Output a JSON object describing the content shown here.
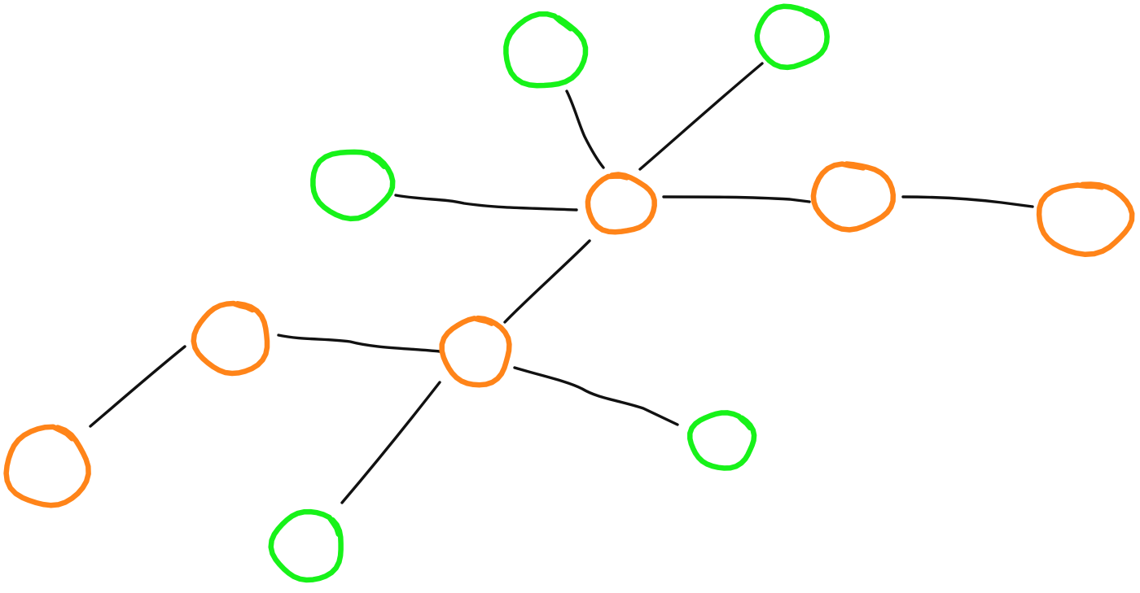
{
  "diagram": {
    "type": "graph",
    "colors": {
      "background": "#ffffff",
      "edge": "#111111",
      "hub_node": "#ff8419",
      "leaf_node": "#17f219"
    },
    "nodes": [
      {
        "id": "hub-center",
        "color": "hub_node"
      },
      {
        "id": "hub-right",
        "color": "hub_node"
      },
      {
        "id": "far-right",
        "color": "hub_node"
      },
      {
        "id": "hub-lower",
        "color": "hub_node"
      },
      {
        "id": "hub-left",
        "color": "hub_node"
      },
      {
        "id": "far-left",
        "color": "hub_node"
      },
      {
        "id": "leaf-top-left",
        "color": "leaf_node"
      },
      {
        "id": "leaf-top-right",
        "color": "leaf_node"
      },
      {
        "id": "leaf-mid-left",
        "color": "leaf_node"
      },
      {
        "id": "leaf-lower-right",
        "color": "leaf_node"
      },
      {
        "id": "leaf-bottom",
        "color": "leaf_node"
      }
    ],
    "edges": [
      {
        "id": "edge-center-top-left",
        "from": "hub-center",
        "to": "leaf-top-left"
      },
      {
        "id": "edge-center-top-right",
        "from": "hub-center",
        "to": "leaf-top-right"
      },
      {
        "id": "edge-center-mid-left",
        "from": "hub-center",
        "to": "leaf-mid-left"
      },
      {
        "id": "edge-center-right",
        "from": "hub-center",
        "to": "hub-right"
      },
      {
        "id": "edge-right-far-right",
        "from": "hub-right",
        "to": "far-right"
      },
      {
        "id": "edge-center-lower",
        "from": "hub-center",
        "to": "hub-lower"
      },
      {
        "id": "edge-lower-left",
        "from": "hub-lower",
        "to": "hub-left"
      },
      {
        "id": "edge-lower-lower-right",
        "from": "hub-lower",
        "to": "leaf-lower-right"
      },
      {
        "id": "edge-lower-bottom",
        "from": "hub-lower",
        "to": "leaf-bottom"
      },
      {
        "id": "edge-left-far-left",
        "from": "hub-left",
        "to": "far-left"
      }
    ]
  }
}
